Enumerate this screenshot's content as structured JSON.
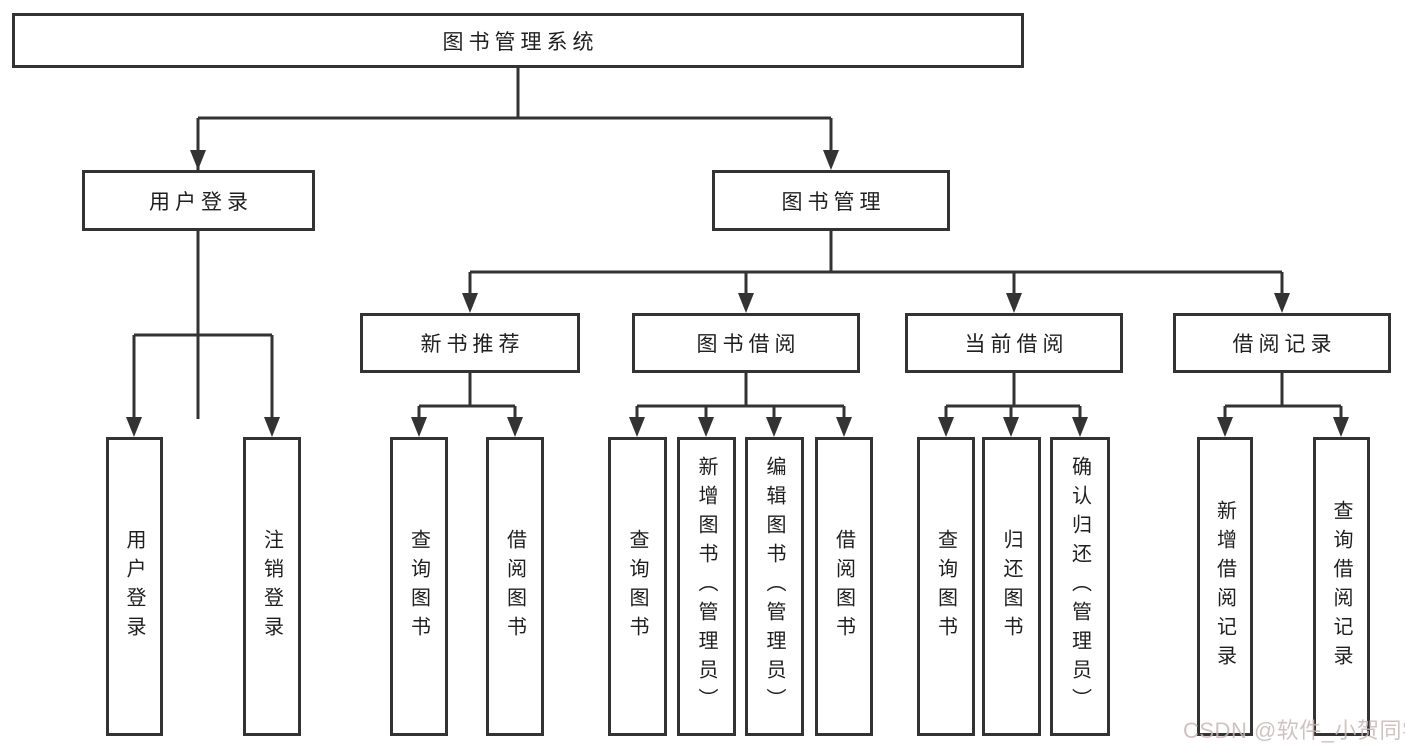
{
  "nodes": {
    "root": {
      "label": "图书管理系统"
    },
    "userLogin": {
      "label": "用户登录"
    },
    "bookMgmt": {
      "label": "图书管理"
    },
    "newBookRec": {
      "label": "新书推荐"
    },
    "bookBorrow": {
      "label": "图书借阅"
    },
    "currentBorrow": {
      "label": "当前借阅"
    },
    "borrowRecords": {
      "label": "借阅记录"
    },
    "leafUserLogin": {
      "label": "用户登录"
    },
    "leafLogout": {
      "label": "注销登录"
    },
    "leafQueryBookRec": {
      "label": "查询图书"
    },
    "leafBorrowBookRec": {
      "label": "借阅图书"
    },
    "leafQueryBookBorrow": {
      "label": "查询图书"
    },
    "leafAddBook": {
      "label": "新增图书（管理员）"
    },
    "leafEditBook": {
      "label": "编辑图书（管理员）"
    },
    "leafBorrowBook": {
      "label": "借阅图书"
    },
    "leafQueryBookCurrent": {
      "label": "查询图书"
    },
    "leafReturnBook": {
      "label": "归还图书"
    },
    "leafConfirmReturn": {
      "label": "确认归还（管理员）"
    },
    "leafAddBorrowRecord": {
      "label": "新增借阅记录"
    },
    "leafQueryBorrowRecord": {
      "label": "查询借阅记录"
    }
  },
  "hierarchy": {
    "图书管理系统": {
      "用户登录": [
        "用户登录",
        "注销登录"
      ],
      "图书管理": {
        "新书推荐": [
          "查询图书",
          "借阅图书"
        ],
        "图书借阅": [
          "查询图书",
          "新增图书（管理员）",
          "编辑图书（管理员）",
          "借阅图书"
        ],
        "当前借阅": [
          "查询图书",
          "归还图书",
          "确认归还（管理员）"
        ],
        "借阅记录": [
          "新增借阅记录",
          "查询借阅记录"
        ]
      }
    }
  },
  "watermark": {
    "text": "CSDN @软件_小贺同学",
    "color": "#c9b8b8"
  },
  "colors": {
    "line": "#333333",
    "text": "#1f1f1f",
    "background": "#ffffff"
  }
}
